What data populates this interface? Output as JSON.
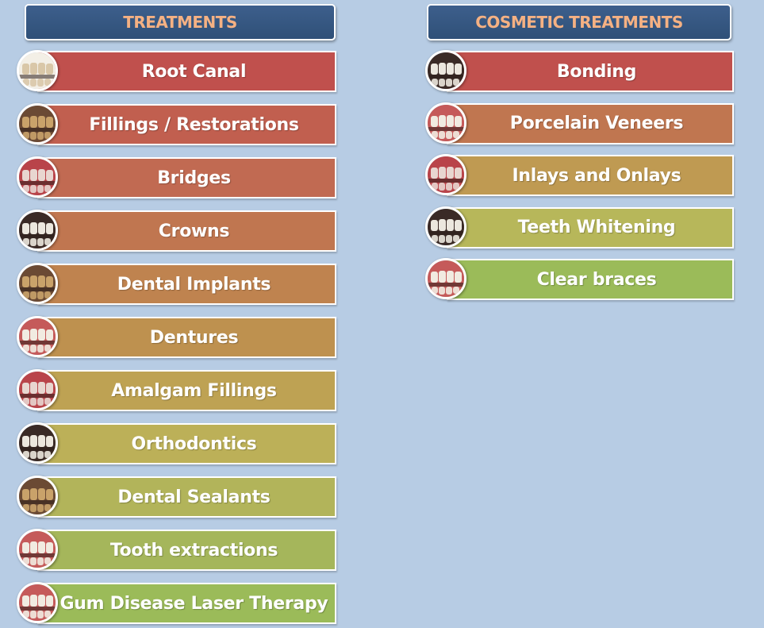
{
  "treatments": {
    "title": "TREATMENTS",
    "items": [
      {
        "label": "Root Canal",
        "color": "#c0504d",
        "icon": "tooth-root-canal-icon"
      },
      {
        "label": "Fillings / Restorations",
        "color": "#c15f4f",
        "icon": "fillings-icon"
      },
      {
        "label": "Bridges",
        "color": "#c16a52",
        "icon": "bridges-icon"
      },
      {
        "label": "Crowns",
        "color": "#c07650",
        "icon": "crowns-icon"
      },
      {
        "label": "Dental Implants",
        "color": "#bf834f",
        "icon": "implants-icon"
      },
      {
        "label": "Dentures",
        "color": "#be914f",
        "icon": "dentures-icon"
      },
      {
        "label": "Amalgam Fillings",
        "color": "#bea253",
        "icon": "amalgam-fillings-icon"
      },
      {
        "label": "Orthodontics",
        "color": "#bcb058",
        "icon": "orthodontics-icon"
      },
      {
        "label": "Dental Sealants",
        "color": "#b2b45a",
        "icon": "sealants-icon"
      },
      {
        "label": "Tooth extractions",
        "color": "#a5b65b",
        "icon": "extractions-icon"
      },
      {
        "label": "Gum Disease  Laser Therapy",
        "color": "#9bbb59",
        "icon": "gum-laser-icon"
      }
    ]
  },
  "cosmetic": {
    "title": "COSMETIC TREATMENTS",
    "items": [
      {
        "label": "Bonding",
        "color": "#c0504d",
        "icon": "bonding-icon"
      },
      {
        "label": "Porcelain Veneers",
        "color": "#c07650",
        "icon": "veneers-icon"
      },
      {
        "label": "Inlays and Onlays",
        "color": "#bf9a52",
        "icon": "inlays-onlays-icon"
      },
      {
        "label": "Teeth Whitening",
        "color": "#b7b75a",
        "icon": "whitening-icon"
      },
      {
        "label": "Clear braces",
        "color": "#9bbb59",
        "icon": "clear-braces-icon"
      }
    ]
  }
}
